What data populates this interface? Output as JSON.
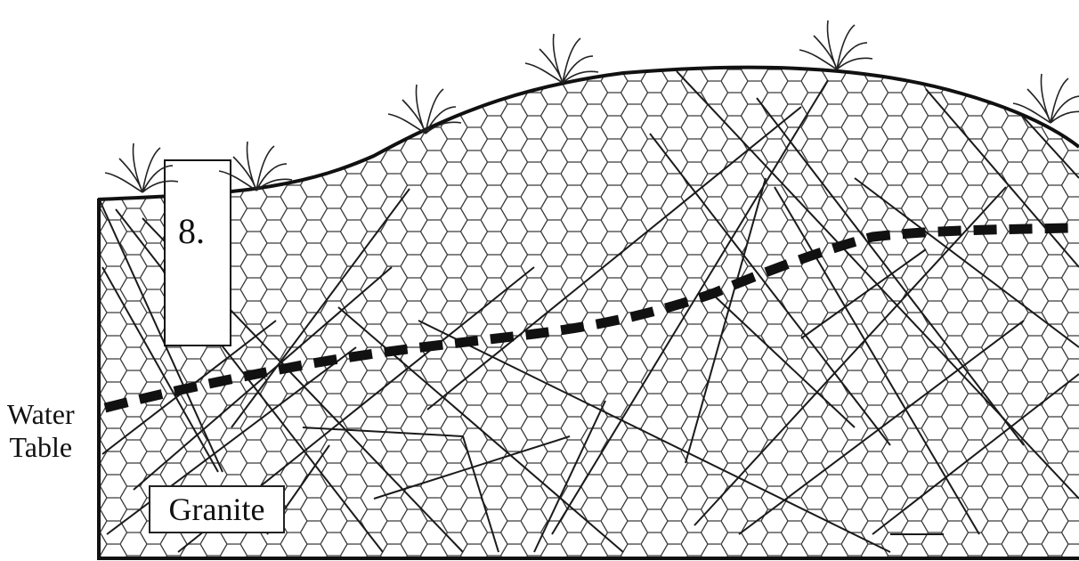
{
  "well": {
    "label": "8."
  },
  "labels": {
    "water_line1": "Water",
    "water_line2": "Table",
    "rock": "Granite"
  },
  "colors": {
    "ink": "#1a1a1a",
    "hex": "#3a3a3a",
    "fill": "#ffffff"
  },
  "icons": {
    "vegetation": "grass-tuft-icon"
  }
}
